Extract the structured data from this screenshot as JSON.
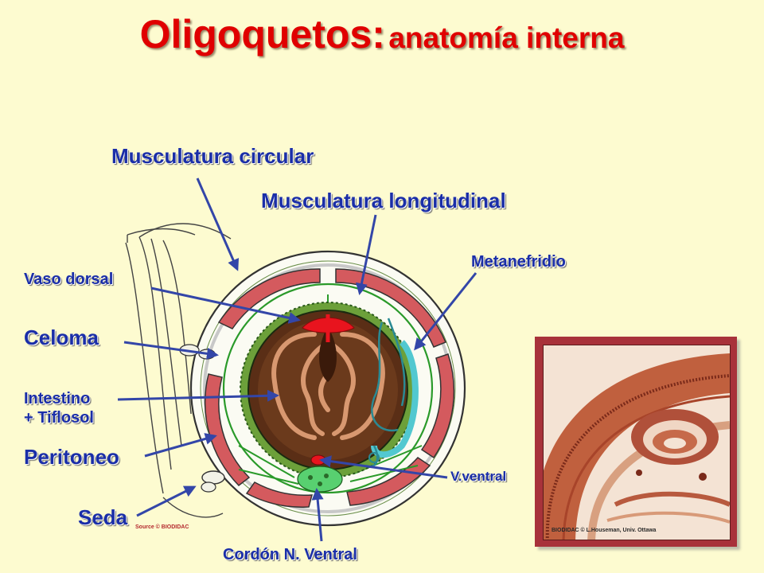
{
  "title": {
    "main": "Oligoquetos:",
    "sub": "anatomía interna"
  },
  "labels": {
    "musculatura_circular": "Musculatura circular",
    "musculatura_longitudinal": "Musculatura longitudinal",
    "metanefridio": "Metanefridio",
    "vaso_dorsal": "Vaso dorsal",
    "celoma": "Celoma",
    "intestino_line1": "Intestino",
    "intestino_line2": "+ Tiflosol",
    "peritoneo": "Peritoneo",
    "seda": "Seda",
    "v_ventral": "V.ventral",
    "cordon": "Cordón N. Ventral"
  },
  "credits": {
    "drawing": "Source © BIODIDAC",
    "photo": "BIODIDAC © L.Houseman, Univ. Ottawa"
  },
  "colors": {
    "background": "#fdfbd0",
    "title": "#e00000",
    "label": "#1a2ea8",
    "muscle": "#d45a5e",
    "blood": "#e8141e",
    "peritoneum": "#2a9a2a",
    "nephridium": "#52c8d0",
    "gut": "#5a2e16",
    "frame": "#a8323a"
  }
}
